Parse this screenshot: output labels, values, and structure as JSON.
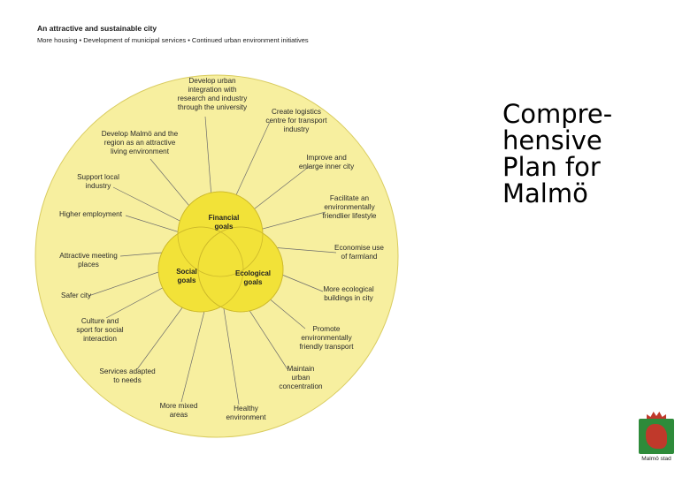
{
  "header": {
    "title": "An attractive and sustainable city",
    "subtitle": "More housing • Development of municipal services • Continued urban environment initiatives"
  },
  "slide_title": "Compre-\nhensive\nPlan for\nMalmö",
  "goals": {
    "financial": "Financial\ngoals",
    "social": "Social\ngoals",
    "ecological": "Ecological\ngoals"
  },
  "labels": [
    {
      "id": "integration",
      "text": "Develop urban\nintegration with\nresearch and industry\nthrough the university"
    },
    {
      "id": "logistics",
      "text": "Create logistics\ncentre for transport\nindustry"
    },
    {
      "id": "develop-malmo",
      "text": "Develop Malmö and the\nregion as an attractive\nliving environment"
    },
    {
      "id": "inner-city",
      "text": "Improve and\nenlarge inner city"
    },
    {
      "id": "support-industry",
      "text": "Support local\nindustry"
    },
    {
      "id": "lifestyle",
      "text": "Facilitate an\nenvironmentally\nfriendlier lifestyle"
    },
    {
      "id": "employment",
      "text": "Higher employment"
    },
    {
      "id": "farmland",
      "text": "Economise use\nof farmland"
    },
    {
      "id": "meeting-places",
      "text": "Attractive meeting\nplaces"
    },
    {
      "id": "safer-city",
      "text": "Safer city"
    },
    {
      "id": "eco-buildings",
      "text": "More ecological\nbuildings in city"
    },
    {
      "id": "culture-sport",
      "text": "Culture and\nsport for social\ninteraction"
    },
    {
      "id": "transport",
      "text": "Promote\nenvironmentally\nfriendly transport"
    },
    {
      "id": "services",
      "text": "Services adapted\nto needs"
    },
    {
      "id": "concentration",
      "text": "Maintain\nurban\nconcentration"
    },
    {
      "id": "mixed-areas",
      "text": "More mixed\nareas"
    },
    {
      "id": "healthy",
      "text": "Healthy\nenvironment"
    }
  ],
  "logo": {
    "caption": "Malmö stad"
  },
  "colors": {
    "outer": "#f7ef9f",
    "outer_stroke": "#d9cc60",
    "goal_fill": "#f2e238",
    "goal_stroke": "#cdb92a",
    "line": "#6b6b6b"
  }
}
